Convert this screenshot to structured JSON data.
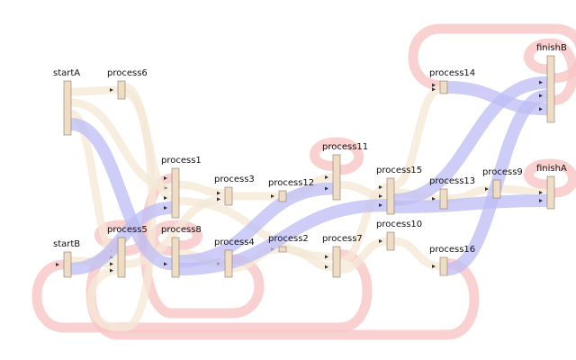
{
  "diagram": {
    "type": "sankey",
    "colors": {
      "flowA": "#bcbcf4",
      "flowB": "#f8c6c6",
      "flowC": "#f4e8d6",
      "node": "#eedcc4"
    },
    "nodes": [
      {
        "id": "startA",
        "label": "startA"
      },
      {
        "id": "startB",
        "label": "startB"
      },
      {
        "id": "process1",
        "label": "process1"
      },
      {
        "id": "process2",
        "label": "process2"
      },
      {
        "id": "process3",
        "label": "process3"
      },
      {
        "id": "process4",
        "label": "process4"
      },
      {
        "id": "process5",
        "label": "process5"
      },
      {
        "id": "process6",
        "label": "process6"
      },
      {
        "id": "process7",
        "label": "process7"
      },
      {
        "id": "process8",
        "label": "process8"
      },
      {
        "id": "process9",
        "label": "process9"
      },
      {
        "id": "process10",
        "label": "process10"
      },
      {
        "id": "process11",
        "label": "process11"
      },
      {
        "id": "process12",
        "label": "process12"
      },
      {
        "id": "process13",
        "label": "process13"
      },
      {
        "id": "process14",
        "label": "process14"
      },
      {
        "id": "process15",
        "label": "process15"
      },
      {
        "id": "process16",
        "label": "process16"
      },
      {
        "id": "finishA",
        "label": "finishA"
      },
      {
        "id": "finishB",
        "label": "finishB"
      }
    ],
    "links": [
      {
        "source": "startA",
        "target": "process8",
        "group": "A"
      },
      {
        "source": "startA",
        "target": "process6",
        "group": "C"
      },
      {
        "source": "startA",
        "target": "process1",
        "group": "C"
      },
      {
        "source": "startA",
        "target": "process5",
        "group": "C"
      },
      {
        "source": "startB",
        "target": "process1",
        "group": "A"
      },
      {
        "source": "startB",
        "target": "process5",
        "group": "C"
      },
      {
        "source": "process6",
        "target": "process1",
        "group": "C"
      },
      {
        "source": "process6",
        "target": "process5",
        "group": "C"
      },
      {
        "source": "process8",
        "target": "process11",
        "group": "A"
      },
      {
        "source": "process8",
        "target": "process15",
        "group": "A"
      },
      {
        "source": "process8",
        "target": "process4",
        "group": "C"
      },
      {
        "source": "process1",
        "target": "process3",
        "group": "C"
      },
      {
        "source": "process1",
        "target": "process7",
        "group": "C"
      },
      {
        "source": "process5",
        "target": "process3",
        "group": "C"
      },
      {
        "source": "process3",
        "target": "process12",
        "group": "C"
      },
      {
        "source": "process4",
        "target": "process2",
        "group": "C"
      },
      {
        "source": "process2",
        "target": "process7",
        "group": "C"
      },
      {
        "source": "process12",
        "target": "process11",
        "group": "C"
      },
      {
        "source": "process7",
        "target": "process15",
        "group": "C"
      },
      {
        "source": "process7",
        "target": "process10",
        "group": "C"
      },
      {
        "source": "process11",
        "target": "process15",
        "group": "C"
      },
      {
        "source": "process15",
        "target": "process14",
        "group": "C"
      },
      {
        "source": "process15",
        "target": "process13",
        "group": "C"
      },
      {
        "source": "process15",
        "target": "finishB",
        "group": "A"
      },
      {
        "source": "process15",
        "target": "finishA",
        "group": "A"
      },
      {
        "source": "process10",
        "target": "process16",
        "group": "C"
      },
      {
        "source": "process16",
        "target": "finishB",
        "group": "A"
      },
      {
        "source": "process14",
        "target": "finishB",
        "group": "A"
      },
      {
        "source": "process13",
        "target": "process9",
        "group": "C"
      },
      {
        "source": "process9",
        "target": "finishA",
        "group": "C"
      },
      {
        "source": "finishB",
        "target": "process14",
        "group": "B"
      },
      {
        "source": "finishB",
        "target": "finishB",
        "group": "B"
      },
      {
        "source": "finishA",
        "target": "finishA",
        "group": "B"
      },
      {
        "source": "process11",
        "target": "process11",
        "group": "B"
      },
      {
        "source": "process5",
        "target": "process5",
        "group": "B"
      },
      {
        "source": "process8",
        "target": "process8",
        "group": "B"
      },
      {
        "source": "process7",
        "target": "startB",
        "group": "B"
      },
      {
        "source": "process16",
        "target": "process5",
        "group": "B"
      },
      {
        "source": "process4",
        "target": "process1",
        "group": "B"
      }
    ]
  }
}
